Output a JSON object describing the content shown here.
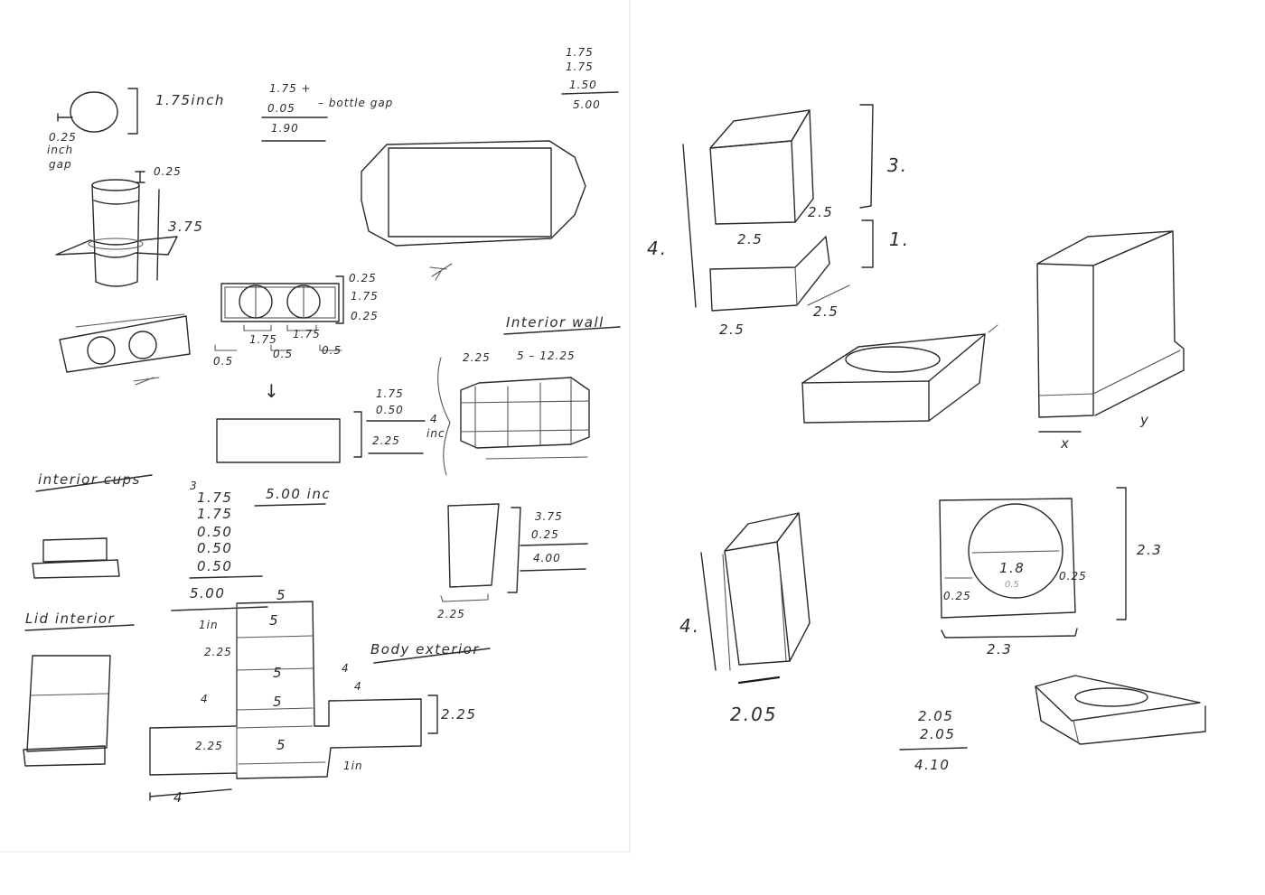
{
  "left_page": {
    "bottle": {
      "diameter": "1.75inch",
      "gap_value": "0.25",
      "gap_word_1": "inch",
      "gap_word_2": "gap",
      "top_gap": "0.25",
      "height": "3.75"
    },
    "sum_bottle": {
      "a": "1.75 +",
      "b": "0.05",
      "note": "– bottle gap",
      "total": "1.90"
    },
    "sum_length": {
      "a": "1.75",
      "b": "1.75",
      "c": "1.50",
      "total": "5.00"
    },
    "cutout_plan": {
      "right_dims": [
        "0.25",
        "1.75",
        "0.25"
      ],
      "top_dims": [
        "1.75",
        "1.75"
      ],
      "bottom_dims": [
        "0.5",
        "0.5",
        "0.5"
      ]
    },
    "arrow": "↓",
    "interior_wall": {
      "title": "Interior wall",
      "dim_a": "2.25",
      "dim_b": "5 – 12.25",
      "side_dims": [
        "1.75",
        "0.50",
        "2.25"
      ],
      "inc_num": "4",
      "inc_den": "inc"
    },
    "interior_cups": {
      "title": "interior cups"
    },
    "tray_width": "5.00 inc",
    "sum_tray": {
      "carry": "3",
      "a": "1.75",
      "b": "1.75",
      "c": "0.50",
      "d": "0.50",
      "e": "0.50",
      "total": "5.00",
      "extra": "5"
    },
    "lid_interior": {
      "title": "Lid interior"
    },
    "panel": {
      "dims": [
        "3.75",
        "0.25",
        "4.00"
      ],
      "base": "2.25"
    },
    "body_exterior": {
      "title": "Body exterior",
      "side_labels": [
        "1in",
        "2.25",
        "4",
        "2.25"
      ],
      "center_labels": [
        "5",
        "5",
        "5",
        "5"
      ],
      "flap_label": "4",
      "flap_label_2": "4",
      "right_label": "2.25",
      "bottom_label": "1in",
      "width_label": "4"
    }
  },
  "right_page": {
    "box_set": {
      "height_top": "3.",
      "height_bottom": "1.",
      "total_height": "4.",
      "top_width": "2.5",
      "top_depth": "2.5",
      "bottom_width": "2.5",
      "bottom_depth": "2.5"
    },
    "tall_box": {
      "x_label": "x",
      "y_label": "y"
    },
    "narrow_box": {
      "height": "4.",
      "width": "2.05"
    },
    "top_view": {
      "height": "2.3",
      "width": "2.3",
      "circle": "1.8",
      "circle_sub": "0.5",
      "left_gap": "0.25",
      "right_gap": "0.25"
    },
    "sum_small": {
      "a": "2.05",
      "b": "2.05",
      "total": "4.10"
    }
  }
}
